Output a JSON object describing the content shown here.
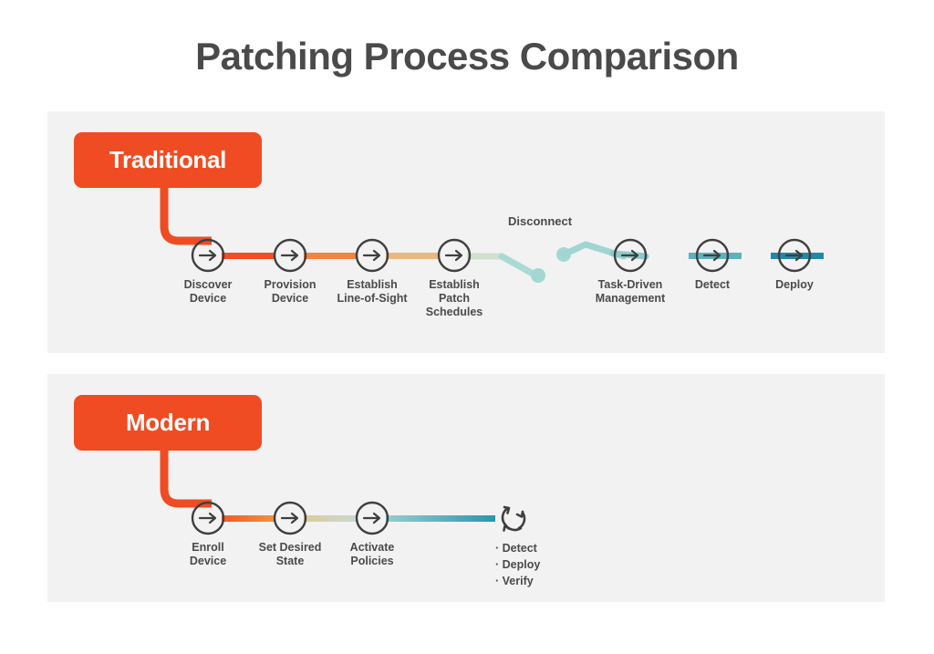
{
  "page": {
    "title": "Patching Process Comparison",
    "background_color": "#ffffff",
    "panel_color": "#f2f2f2",
    "title_color": "#4a4a4a",
    "accent_color": "#ef4c23"
  },
  "rows": [
    {
      "badge": "Traditional",
      "nodes": [
        {
          "label_line1": "Discover",
          "label_line2": "Device",
          "label_line3": "",
          "icon": "arrow-right-circle-icon"
        },
        {
          "label_line1": "Provision",
          "label_line2": "Device",
          "label_line3": "",
          "icon": "arrow-right-circle-icon"
        },
        {
          "label_line1": "Establish",
          "label_line2": "Line-of-Sight",
          "label_line3": "",
          "icon": "arrow-right-circle-icon"
        },
        {
          "label_line1": "Establish",
          "label_line2": "Patch",
          "label_line3": "Schedules",
          "icon": "arrow-right-circle-icon"
        },
        {
          "label_line1": "Task-Driven",
          "label_line2": "Management",
          "label_line3": "",
          "icon": "arrow-right-circle-icon"
        },
        {
          "label_line1": "Detect",
          "label_line2": "",
          "label_line3": "",
          "icon": "arrow-right-circle-icon"
        },
        {
          "label_line1": "Deploy",
          "label_line2": "",
          "label_line3": "",
          "icon": "arrow-right-circle-icon"
        }
      ],
      "break_label": "Disconnect",
      "connector_colors": [
        "#f04e23",
        "#f08540",
        "#e8b880",
        "#cfe0cf",
        "#9fd5d4",
        "#6fbdc4",
        "#4aa3b8",
        "#1f88a6"
      ]
    },
    {
      "badge": "Modern",
      "nodes": [
        {
          "label_line1": "Enroll",
          "label_line2": "Device",
          "label_line3": "",
          "icon": "arrow-right-circle-icon"
        },
        {
          "label_line1": "Set Desired",
          "label_line2": "State",
          "label_line3": "",
          "icon": "arrow-right-circle-icon"
        },
        {
          "label_line1": "Activate",
          "label_line2": "Policies",
          "label_line3": "",
          "icon": "arrow-right-circle-icon"
        }
      ],
      "cycle": {
        "icon": "refresh-cycle-icon",
        "items": [
          "· Detect",
          "· Deploy",
          "· Verify"
        ]
      },
      "connector_colors": [
        "#f05a2a",
        "#f08d4a",
        "#ddd0a8",
        "#c8d8cc"
      ]
    }
  ]
}
